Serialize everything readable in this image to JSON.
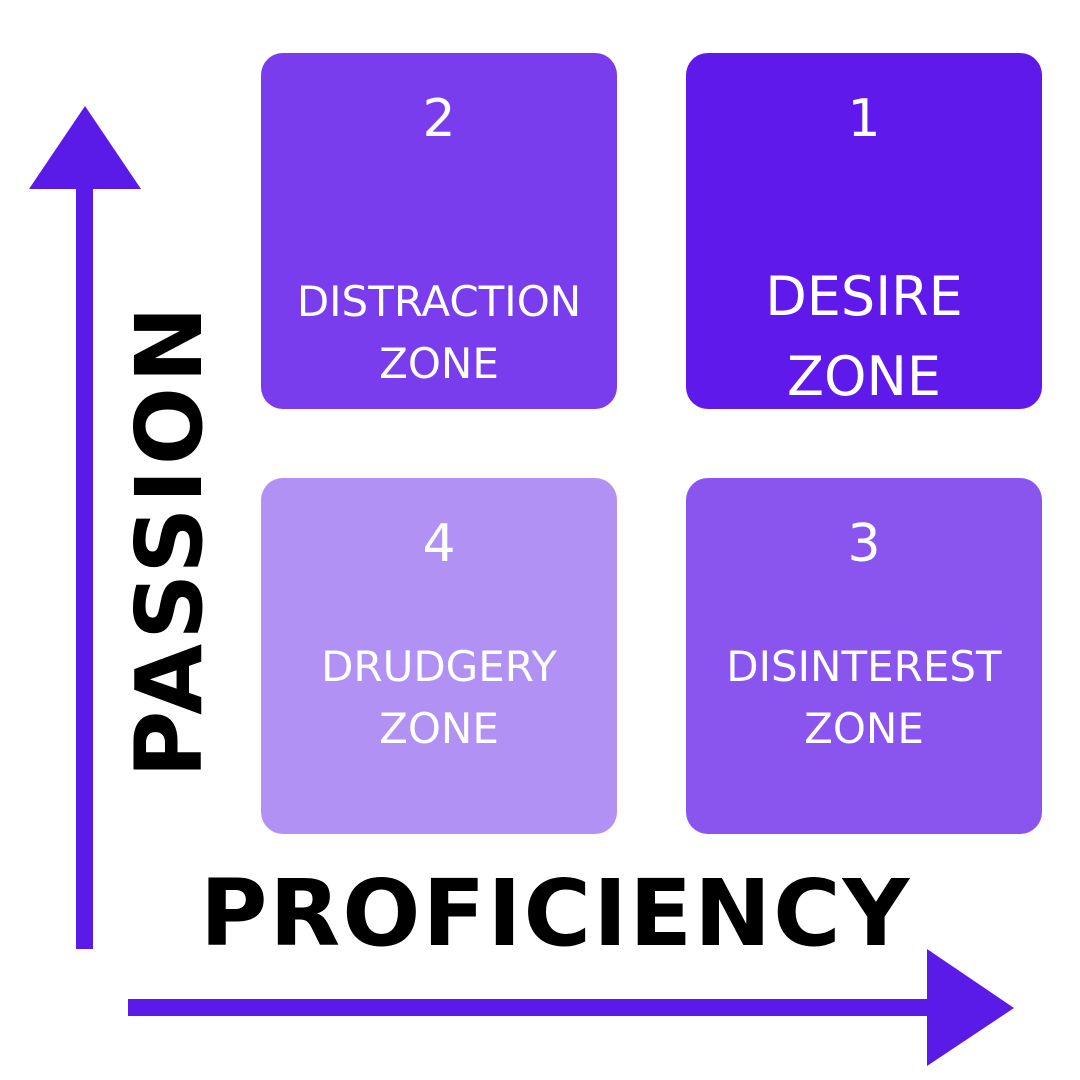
{
  "colors": {
    "axis": "#5a1ae8",
    "box_desire": "#5f19ea",
    "box_distraction": "#793dee",
    "box_disinterest": "#8a55ef",
    "box_drudgery": "#b192f4",
    "axis_text": "#000000",
    "box_text": "#ffffff"
  },
  "axes": {
    "x_label": "PROFICIENCY",
    "y_label": "PASSION"
  },
  "quadrants": {
    "top_left": {
      "number": "2",
      "line1": "DISTRACTION",
      "line2": "ZONE"
    },
    "top_right": {
      "number": "1",
      "line1": "DESIRE",
      "line2": "ZONE"
    },
    "bottom_left": {
      "number": "4",
      "line1": "DRUDGERY",
      "line2": "ZONE"
    },
    "bottom_right": {
      "number": "3",
      "line1": "DISINTEREST",
      "line2": "ZONE"
    }
  }
}
